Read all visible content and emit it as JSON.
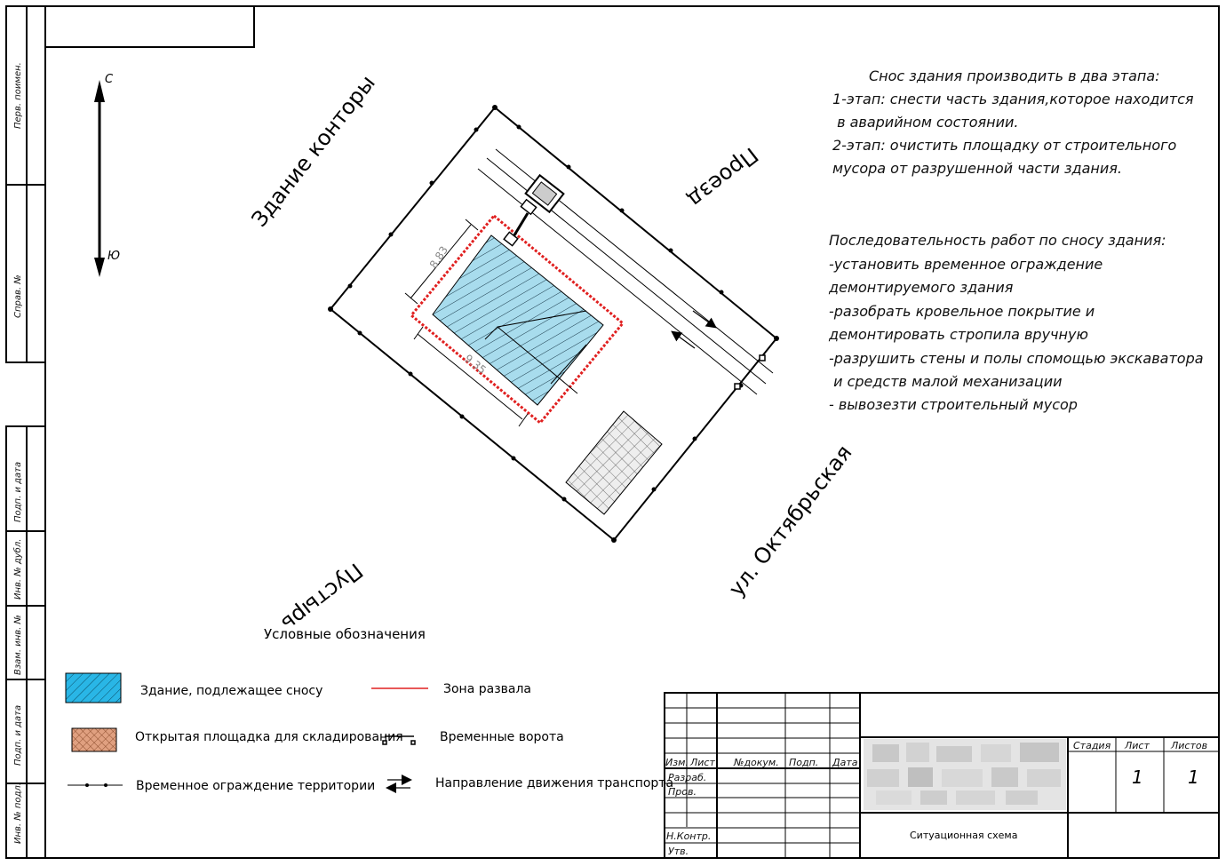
{
  "sheet": {
    "side_stamp": {
      "perv_primen": "Перв. поимен.",
      "sprav_no": "Справ. №",
      "podp_data_1": "Подп. и дата",
      "inv_dubl": "Инв. № дубл.",
      "vzam_inv": "Взам. инв. №",
      "podp_data_2": "Подп. и дата",
      "inv_podl": "Инв. № подл."
    }
  },
  "compass": {
    "north": "С",
    "south": "Ю"
  },
  "site": {
    "label_office": "Здание конторы",
    "label_passage": "Проезд",
    "label_vacant": "Пустырь",
    "label_street": "ул. Октябрьская",
    "dim_width": "8.83",
    "dim_length": "9.35"
  },
  "notes": {
    "stages": [
      "Снос здания производить в два этапа:",
      "1-этап: снести часть здания,которое находится",
      " в аварийном состоянии.",
      "2-этап: очистить площадку от строительного",
      "мусора от разрушенной части здания."
    ],
    "sequence": [
      "Последовательность работ по сносу здания:",
      "-установить временное ограждение",
      "демонтируемого здания",
      "-разобрать кровельное покрытие и",
      "демонтировать стропила вручную",
      "-разрушить стены и полы спомощью экскаватора",
      " и средств малой механизации",
      "- вывозезти строительный мусор"
    ]
  },
  "legend": {
    "title": "Условные обозначения",
    "building": "Здание, подлежащее сносу",
    "storage": "Открытая площадка для складирования",
    "fence": "Временное ограждение территории",
    "collapse_zone": "Зона развала",
    "gates": "Временные ворота",
    "traffic": "Направление движения транспорта"
  },
  "title_block": {
    "izm": "Изм.",
    "list": "Лист",
    "doc_no": "№докум.",
    "podp": "Подп.",
    "data": "Дата",
    "razrab": "Разраб.",
    "prov": "Пров.",
    "n_kontr": "Н.Контр.",
    "utv": "Утв.",
    "stadiya": "Стадия",
    "list_hdr": "Лист",
    "listov_hdr": "Листов",
    "list_val": "1",
    "listov_val": "1",
    "sheet_title": "Ситуационная схема"
  },
  "colors": {
    "building_fill": "#a8dced",
    "zone_red": "#e02020",
    "storage_fill": "#e0a080"
  }
}
